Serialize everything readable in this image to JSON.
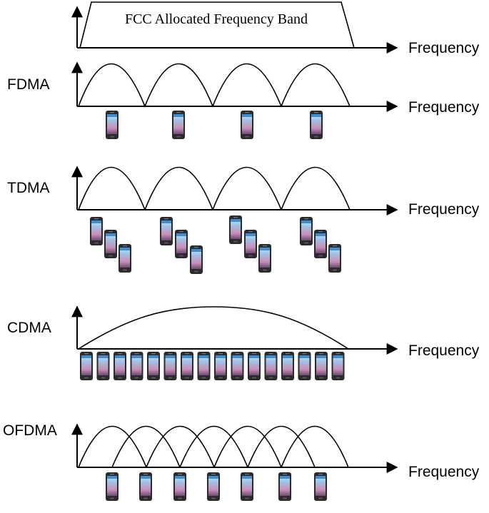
{
  "fcc_band": {
    "label": "FCC  Allocated  Frequency  Band"
  },
  "axis_label": "Frequency",
  "rows": [
    {
      "id": "fcc",
      "label": ""
    },
    {
      "id": "fdma",
      "label": "FDMA"
    },
    {
      "id": "tdma",
      "label": "TDMA"
    },
    {
      "id": "cdma",
      "label": "CDMA"
    },
    {
      "id": "ofdma",
      "label": "OFDMA"
    }
  ],
  "icons": {
    "phone": "smartphone-icon"
  },
  "colors": {
    "line": "#000000",
    "phone_body": "#2b2b2b",
    "phone_screen_top": "#9fc3e6",
    "phone_screen_bottom": "#b77aa6"
  }
}
